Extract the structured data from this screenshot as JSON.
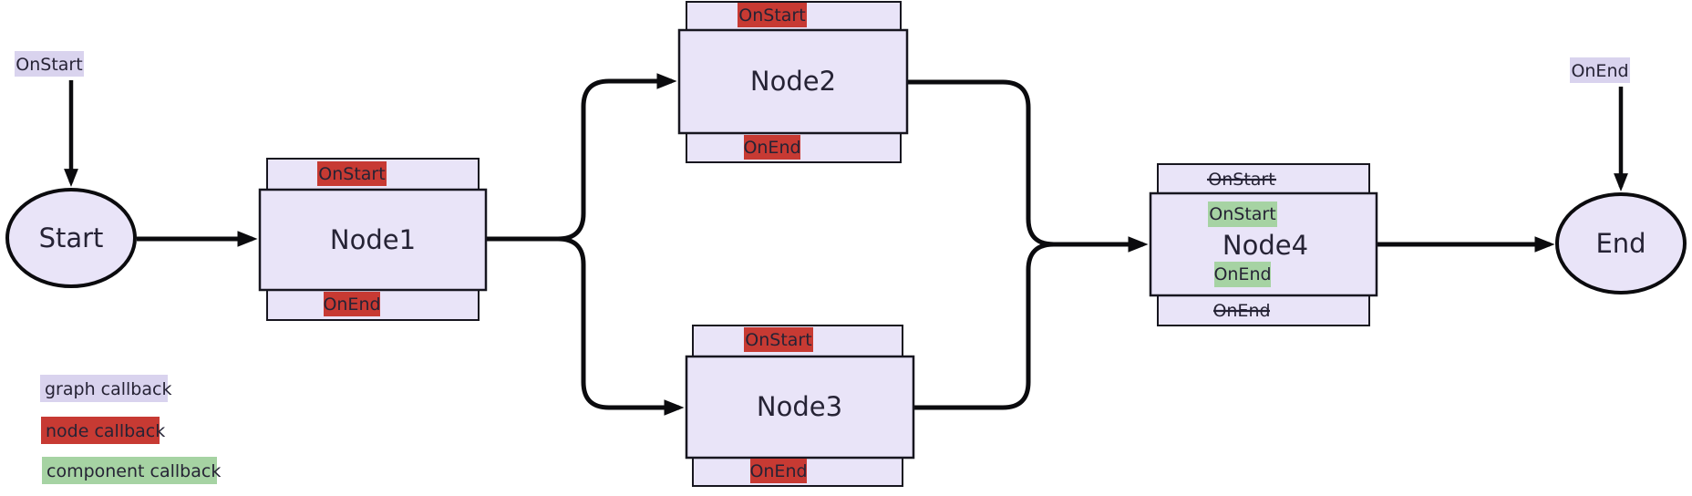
{
  "diagram": {
    "terminals": {
      "start_label": "Start",
      "end_label": "End"
    },
    "graph_callbacks": {
      "on_start": "OnStart",
      "on_end": "OnEnd"
    },
    "nodes": [
      {
        "title": "Node1",
        "on_start": "OnStart",
        "on_end": "OnEnd"
      },
      {
        "title": "Node2",
        "on_start": "OnStart",
        "on_end": "OnEnd"
      },
      {
        "title": "Node3",
        "on_start": "OnStart",
        "on_end": "OnEnd"
      },
      {
        "title": "Node4",
        "skipped_graph_on_start": "OnStart",
        "component_on_start": "OnStart",
        "component_on_end": "OnEnd",
        "skipped_graph_on_end": "OnEnd"
      }
    ],
    "legend": {
      "graph": "graph callback",
      "node": "node callback",
      "component": "component callback"
    },
    "colors": {
      "node_fill": "#e9e4f8",
      "graph_badge": "#d9d3ee",
      "node_badge": "#c73a33",
      "component_badge": "#a6d3a3",
      "edge": "#0b0b0e",
      "text": "#262335"
    }
  }
}
